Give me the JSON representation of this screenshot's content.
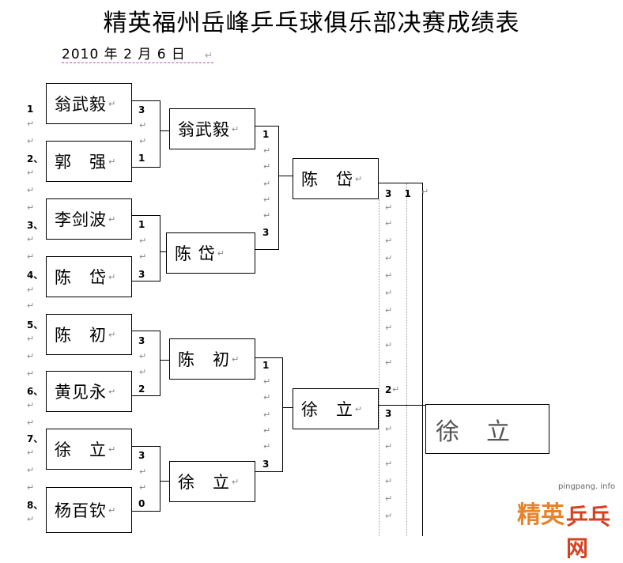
{
  "title": "精英福州岳峰乒乓球俱乐部决赛成绩表",
  "date": "2010 年 2 月 6 日",
  "return_mark": "↵",
  "seeds": [
    "1",
    "2、",
    "3、",
    "4、",
    "5、",
    "6、",
    "7、",
    "8、"
  ],
  "round1": [
    {
      "player": "翁武毅",
      "score": "3"
    },
    {
      "player": "郭　强",
      "score": "1"
    },
    {
      "player": "李剑波",
      "score": "1"
    },
    {
      "player": "陈　岱",
      "score": "3"
    },
    {
      "player": "陈　初",
      "score": "3"
    },
    {
      "player": "黄见永",
      "score": "2"
    },
    {
      "player": "徐　立",
      "score": "3"
    },
    {
      "player": "杨百钦",
      "score": "0"
    }
  ],
  "round2": [
    {
      "player": "翁武毅",
      "score": "1"
    },
    {
      "player": "陈 岱",
      "score": "3"
    },
    {
      "player": "陈　初",
      "score": "1"
    },
    {
      "player": "徐　立",
      "score": "3"
    }
  ],
  "final": [
    {
      "player": "陈　岱",
      "scores": "3　 1"
    },
    {
      "player": "徐　立",
      "score_top": "2",
      "score_bottom": "3"
    }
  ],
  "champion": "徐　立",
  "watermark": {
    "url": "pingpang. info",
    "brand_left": "精英",
    "brand_right": "乒乓网"
  }
}
